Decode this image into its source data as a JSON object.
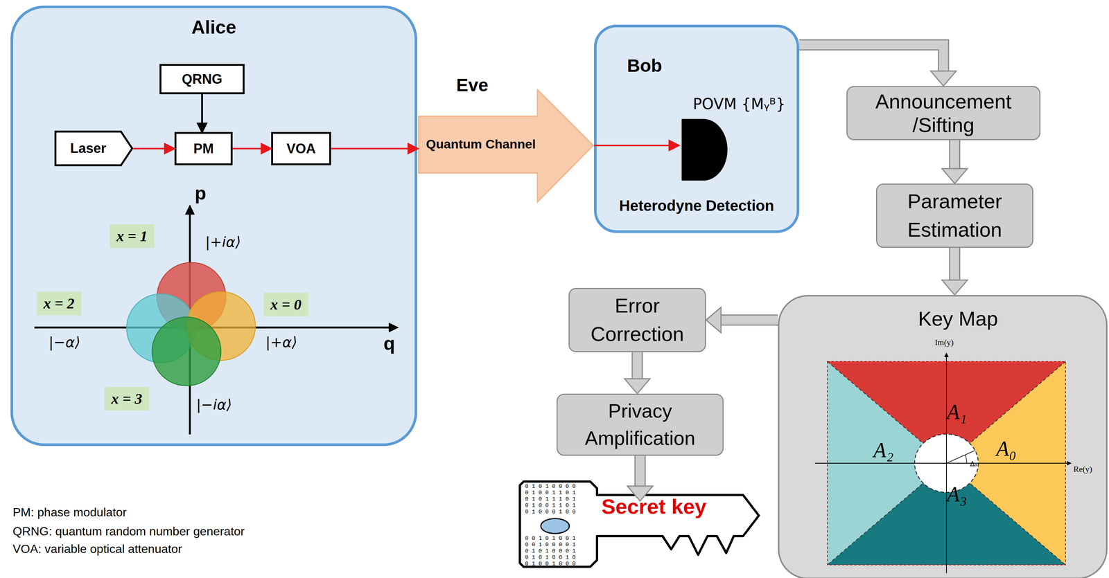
{
  "diagram": {
    "nodes": [
      {
        "text": [
          "Alice"
        ]
      },
      {
        "text": [
          "QRNG"
        ],
        "in": 0
      },
      {
        "text": [
          "Laser"
        ],
        "in": 0
      },
      {
        "text": [
          "PM"
        ],
        "in": 0
      },
      {
        "text": [
          "VOA"
        ],
        "in": 0
      },
      {
        "text": [
          "Eve",
          "Quantum Channel"
        ]
      },
      {
        "text": [
          "Bob",
          "Heterodyne Detection"
        ]
      },
      {
        "text": [
          "Announcement /Sifting"
        ]
      },
      {
        "text": [
          "Parameter Estimation"
        ]
      },
      {
        "text": [
          "Key Map"
        ]
      },
      {
        "text": [
          "Error Correction"
        ]
      },
      {
        "text": [
          "Privacy Amplification"
        ]
      },
      {
        "text": [
          "Secret key"
        ]
      }
    ],
    "edges": [
      {
        "from": 2,
        "to": 3,
        "arrow": "to"
      },
      {
        "from": 1,
        "to": 3,
        "arrow": "to"
      },
      {
        "from": 3,
        "to": 4,
        "arrow": "to"
      },
      {
        "from": 4,
        "to": 5,
        "arrow": "to"
      },
      {
        "from": 5,
        "to": 6,
        "arrow": "to"
      },
      {
        "from": 6,
        "to": 7,
        "arrow": "to"
      },
      {
        "from": 7,
        "to": 8,
        "arrow": "to"
      },
      {
        "from": 8,
        "to": 9,
        "arrow": "to"
      },
      {
        "from": 9,
        "to": 10,
        "arrow": "to"
      },
      {
        "from": 10,
        "to": 11,
        "arrow": "to"
      },
      {
        "from": 11,
        "to": 12,
        "arrow": "to"
      }
    ],
    "labels": [
      "p",
      "q",
      "x = 1",
      "|+iα⟩",
      "x = 2",
      "x = 0",
      "|−α⟩",
      "|+α⟩",
      "x = 3",
      "|−iα⟩",
      "POVM {Mᵧᴮ}",
      "Im(y)",
      "A₁",
      "A₂",
      "A₀",
      "Δₐ",
      "Re(y)",
      "A₃",
      "0 1 0 1 0 0 0 0",
      "0 1 0 0 1 1 0 1",
      "0 1 0 1 1 1 0 1",
      "0 1 0 0 1 1 0 1",
      "0 1 0 0 0 1 0 0",
      "0 0 1 0 1 0 0 1",
      "0 0 1 0 0 0 0 1",
      "0 1 0 1 0 0 0 1",
      "0 1 0 1 0 0 1 0",
      "0 1 0 0 1 0 0 0",
      "PM: phase modulator",
      "QRNG: quantum random number generator",
      "VOA: variable optical attenuator"
    ]
  }
}
